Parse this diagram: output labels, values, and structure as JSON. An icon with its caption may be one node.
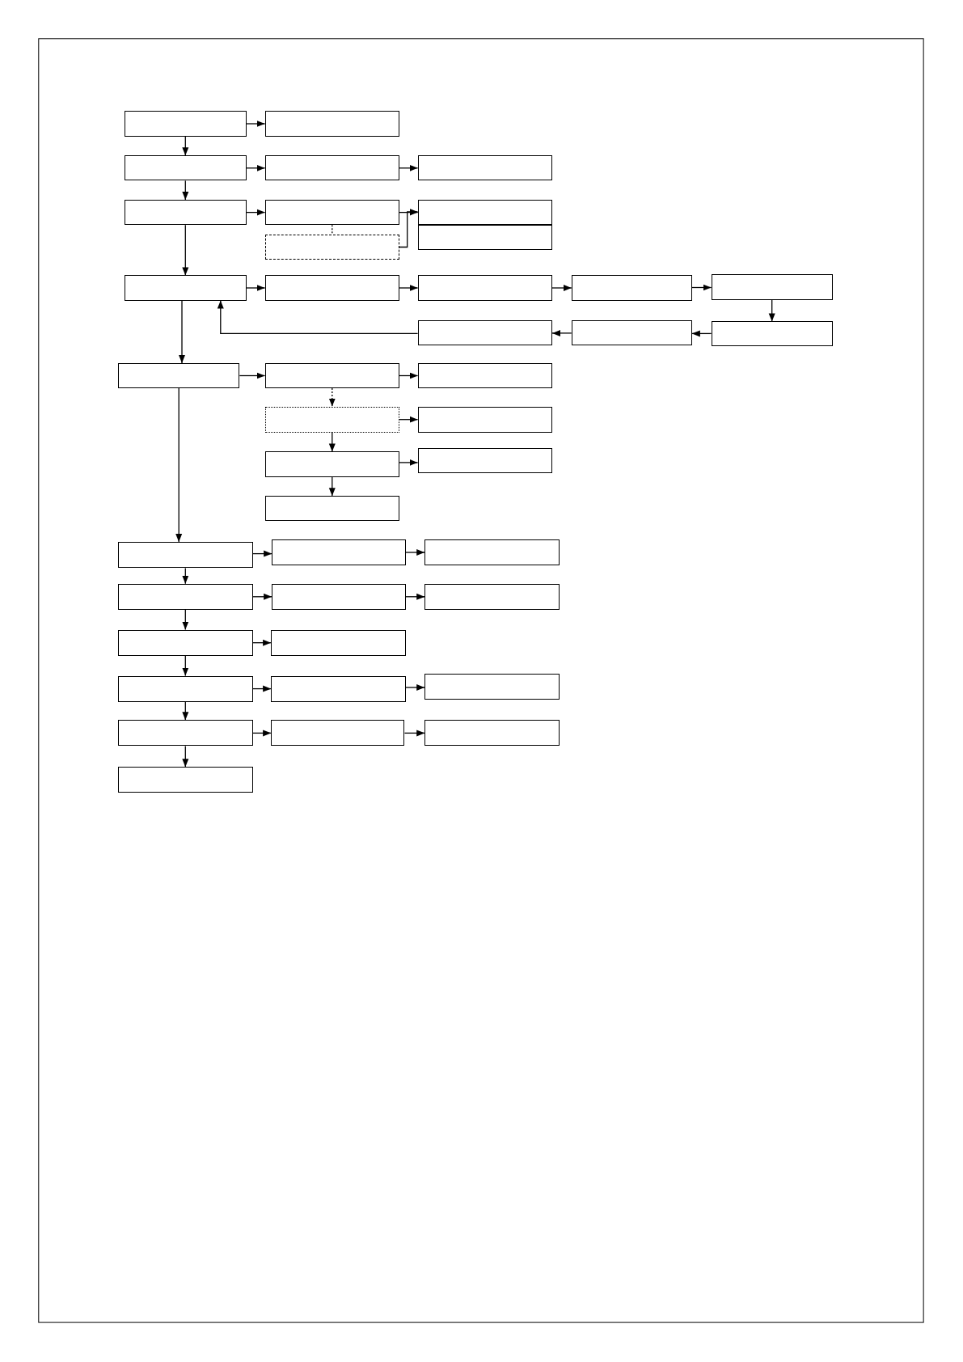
{
  "diagram": {
    "nodes": [
      {
        "text": [],
        "shape": "box"
      },
      {
        "text": [],
        "shape": "box"
      },
      {
        "text": [],
        "shape": "box"
      },
      {
        "text": [],
        "shape": "box"
      },
      {
        "text": [],
        "shape": "box"
      },
      {
        "text": [],
        "shape": "box"
      },
      {
        "text": [],
        "shape": "box"
      },
      {
        "text": [],
        "shape": "box"
      },
      {
        "text": [],
        "shape": "box"
      },
      {
        "text": [],
        "shape": "box"
      },
      {
        "text": [],
        "shape": "box"
      },
      {
        "text": [],
        "shape": "box"
      },
      {
        "text": [],
        "shape": "box"
      },
      {
        "text": [],
        "shape": "box"
      },
      {
        "text": [],
        "shape": "box"
      },
      {
        "text": [],
        "shape": "box"
      },
      {
        "text": [],
        "shape": "box"
      },
      {
        "text": [],
        "shape": "box"
      },
      {
        "text": [],
        "shape": "box"
      },
      {
        "text": [],
        "shape": "box"
      },
      {
        "text": [],
        "shape": "box"
      },
      {
        "text": [],
        "shape": "box"
      },
      {
        "text": [],
        "shape": "box"
      },
      {
        "text": [],
        "shape": "box"
      },
      {
        "text": [],
        "shape": "box"
      },
      {
        "text": [],
        "shape": "box"
      },
      {
        "text": [],
        "shape": "box"
      },
      {
        "text": [],
        "shape": "box"
      },
      {
        "text": [],
        "shape": "box"
      },
      {
        "text": [],
        "shape": "box"
      },
      {
        "text": [],
        "shape": "box"
      },
      {
        "text": [],
        "shape": "box"
      },
      {
        "text": [],
        "shape": "box"
      },
      {
        "text": [],
        "shape": "box"
      },
      {
        "text": [],
        "shape": "box"
      },
      {
        "text": [],
        "shape": "box"
      },
      {
        "text": [],
        "shape": "box"
      },
      {
        "text": [],
        "shape": "box"
      },
      {
        "text": [],
        "shape": "box"
      },
      {
        "text": [],
        "shape": "box"
      },
      {
        "text": [],
        "shape": "box"
      }
    ],
    "edges": [
      {
        "from": 0,
        "to": 1,
        "arrow": "to"
      },
      {
        "from": 0,
        "to": 2,
        "arrow": "to"
      },
      {
        "from": 2,
        "to": 3,
        "arrow": "to"
      },
      {
        "from": 3,
        "to": 4,
        "arrow": "to"
      },
      {
        "from": 2,
        "to": 5,
        "arrow": "to"
      },
      {
        "from": 5,
        "to": 6,
        "arrow": "to"
      },
      {
        "from": 6,
        "to": 7,
        "arrow": "to"
      },
      {
        "from": 9,
        "to": 7,
        "arrow": "to"
      },
      {
        "from": 6,
        "to": 9,
        "arrow": "none",
        "style": "dashed"
      },
      {
        "from": 5,
        "to": 10,
        "arrow": "to"
      },
      {
        "from": 10,
        "to": 11,
        "arrow": "to"
      },
      {
        "from": 11,
        "to": 12,
        "arrow": "to"
      },
      {
        "from": 12,
        "to": 13,
        "arrow": "to"
      },
      {
        "from": 13,
        "to": 14,
        "arrow": "to"
      },
      {
        "from": 14,
        "to": 17,
        "arrow": "to"
      },
      {
        "from": 17,
        "to": 16,
        "arrow": "to"
      },
      {
        "from": 16,
        "to": 15,
        "arrow": "to"
      },
      {
        "from": 15,
        "to": 10,
        "arrow": "to"
      },
      {
        "from": 10,
        "to": 18,
        "arrow": "to"
      },
      {
        "from": 18,
        "to": 19,
        "arrow": "to"
      },
      {
        "from": 19,
        "to": 20,
        "arrow": "to"
      },
      {
        "from": 19,
        "to": 21,
        "arrow": "to",
        "style": "dashed"
      },
      {
        "from": 21,
        "to": 22,
        "arrow": "to"
      },
      {
        "from": 21,
        "to": 23,
        "arrow": "to"
      },
      {
        "from": 23,
        "to": 24,
        "arrow": "to"
      },
      {
        "from": 23,
        "to": 25,
        "arrow": "to"
      },
      {
        "from": 18,
        "to": 26,
        "arrow": "to"
      },
      {
        "from": 26,
        "to": 27,
        "arrow": "to"
      },
      {
        "from": 27,
        "to": 28,
        "arrow": "to"
      },
      {
        "from": 26,
        "to": 29,
        "arrow": "to"
      },
      {
        "from": 29,
        "to": 30,
        "arrow": "to"
      },
      {
        "from": 30,
        "to": 31,
        "arrow": "to"
      },
      {
        "from": 29,
        "to": 32,
        "arrow": "to"
      },
      {
        "from": 32,
        "to": 33,
        "arrow": "to"
      },
      {
        "from": 32,
        "to": 34,
        "arrow": "to"
      },
      {
        "from": 34,
        "to": 35,
        "arrow": "to"
      },
      {
        "from": 35,
        "to": 36,
        "arrow": "to"
      },
      {
        "from": 34,
        "to": 37,
        "arrow": "to"
      },
      {
        "from": 37,
        "to": 38,
        "arrow": "to"
      },
      {
        "from": 38,
        "to": 39,
        "arrow": "to"
      },
      {
        "from": 37,
        "to": 40,
        "arrow": "to"
      }
    ]
  }
}
